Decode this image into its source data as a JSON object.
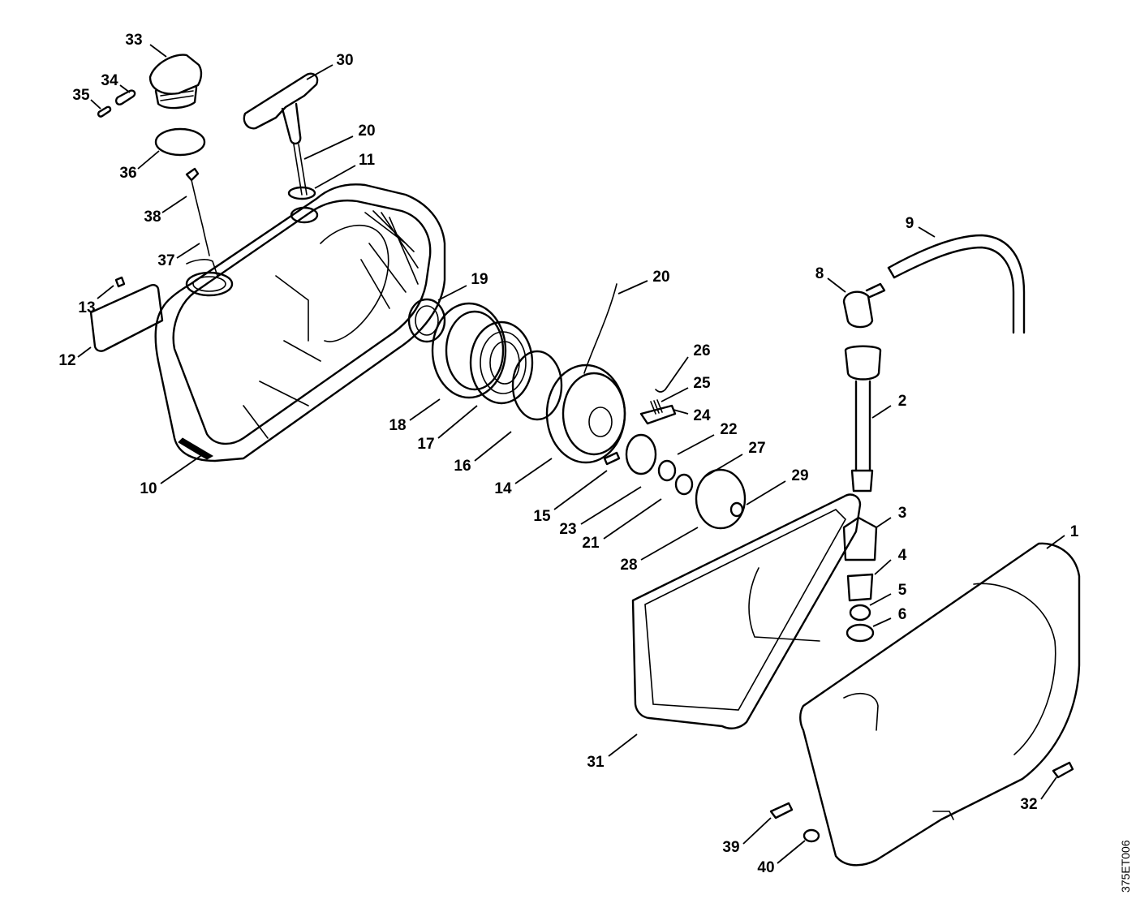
{
  "drawing_code": "375ET006",
  "callouts": [
    {
      "label": "33"
    },
    {
      "label": "30"
    },
    {
      "label": "34"
    },
    {
      "label": "35"
    },
    {
      "label": "20"
    },
    {
      "label": "36"
    },
    {
      "label": "11"
    },
    {
      "label": "38"
    },
    {
      "label": "37"
    },
    {
      "label": "9"
    },
    {
      "label": "19"
    },
    {
      "label": "20"
    },
    {
      "label": "8"
    },
    {
      "label": "13"
    },
    {
      "label": "12"
    },
    {
      "label": "26"
    },
    {
      "label": "25"
    },
    {
      "label": "2"
    },
    {
      "label": "24"
    },
    {
      "label": "18"
    },
    {
      "label": "22"
    },
    {
      "label": "17"
    },
    {
      "label": "27"
    },
    {
      "label": "16"
    },
    {
      "label": "29"
    },
    {
      "label": "10"
    },
    {
      "label": "14"
    },
    {
      "label": "3"
    },
    {
      "label": "15"
    },
    {
      "label": "1"
    },
    {
      "label": "23"
    },
    {
      "label": "4"
    },
    {
      "label": "21"
    },
    {
      "label": "28"
    },
    {
      "label": "5"
    },
    {
      "label": "6"
    },
    {
      "label": "31"
    },
    {
      "label": "32"
    },
    {
      "label": "39"
    },
    {
      "label": "40"
    }
  ]
}
